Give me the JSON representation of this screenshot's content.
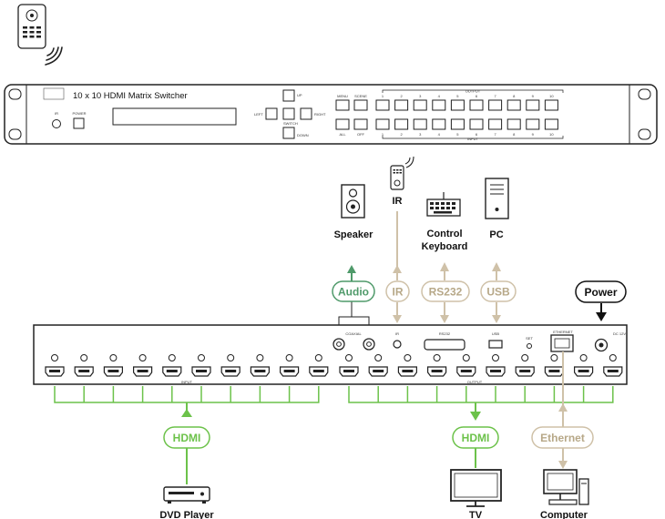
{
  "front_panel": {
    "title": "10 x 10 HDMI Matrix Switcher",
    "ir_label": "IR",
    "power_label": "POWER",
    "nav": {
      "up": "UP",
      "left": "LEFT",
      "switch": "SWITCH",
      "right": "RIGHT",
      "down": "DOWN"
    },
    "menu_label": "MENU",
    "scene_label": "SCENE",
    "all_label": "ALL",
    "off_label": "OFF",
    "output_label": "OUTPUT",
    "input_label": "INPUT",
    "numbers": [
      "1",
      "2",
      "3",
      "4",
      "5",
      "6",
      "7",
      "8",
      "9",
      "10"
    ]
  },
  "devices": {
    "speaker": "Speaker",
    "ir": "IR",
    "keyboard_line1": "Control",
    "keyboard_line2": "Keyboard",
    "pc": "PC",
    "dvd": "DVD Player",
    "tv": "TV",
    "computer": "Computer"
  },
  "connections": {
    "audio": "Audio",
    "ir": "IR",
    "rs232": "RS232",
    "usb": "USB",
    "power": "Power",
    "hdmi_in": "HDMI",
    "hdmi_out": "HDMI",
    "ethernet": "Ethernet"
  },
  "back_panel": {
    "coaxial": "COAXIAL",
    "ir": "IR",
    "rs232": "RS232",
    "usb": "USB",
    "set": "SET",
    "ethernet": "ETHERNET",
    "dc": "DC 12V",
    "input": "INPUT",
    "output": "OUTPUT"
  },
  "colors": {
    "hdmi_green": "#6cc24a",
    "audio_green": "#4f9a6a",
    "light_tan": "#cfc1a8",
    "tan_text": "#b7a888",
    "dark": "#111111"
  }
}
